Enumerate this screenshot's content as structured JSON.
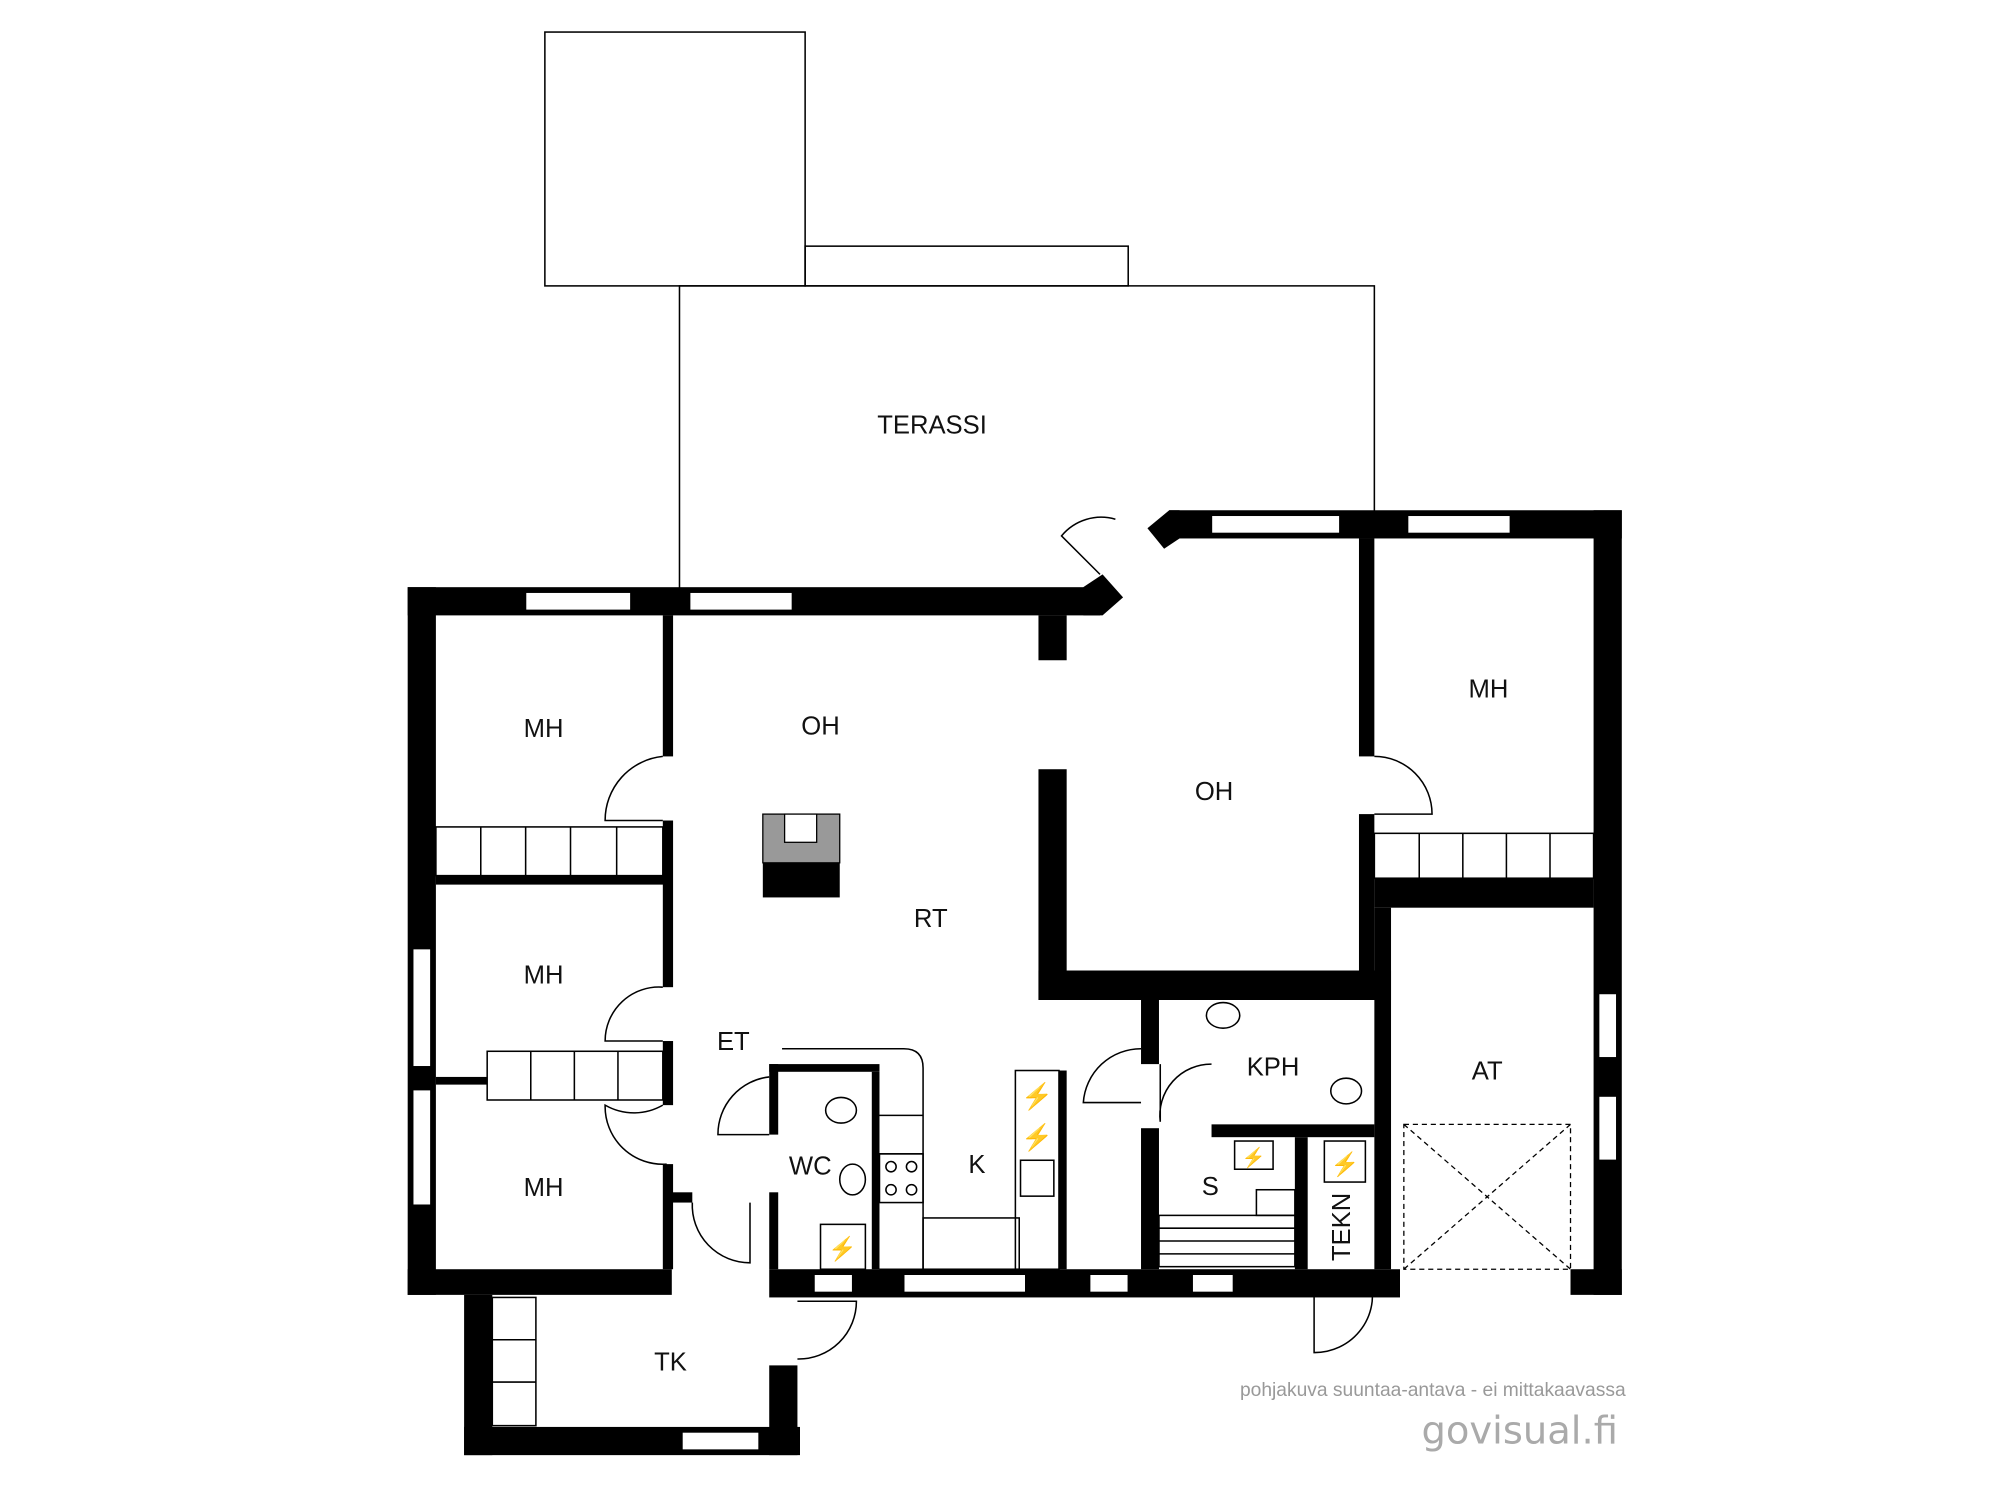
{
  "rooms": {
    "terassi": "TERASSI",
    "mh_top_left": "MH",
    "oh_left": "OH",
    "oh_right": "OH",
    "mh_top_right": "MH",
    "rt": "RT",
    "mh_mid_left": "MH",
    "et": "ET",
    "kph": "KPH",
    "at": "AT",
    "wc": "WC",
    "k": "K",
    "mh_bottom_left": "MH",
    "s": "S",
    "tekn": "TEKN",
    "tk": "TK"
  },
  "footer": {
    "disclaimer": "pohjakuva suuntaa-antava - ei mittakaavassa",
    "brand": "govisual.fi"
  }
}
